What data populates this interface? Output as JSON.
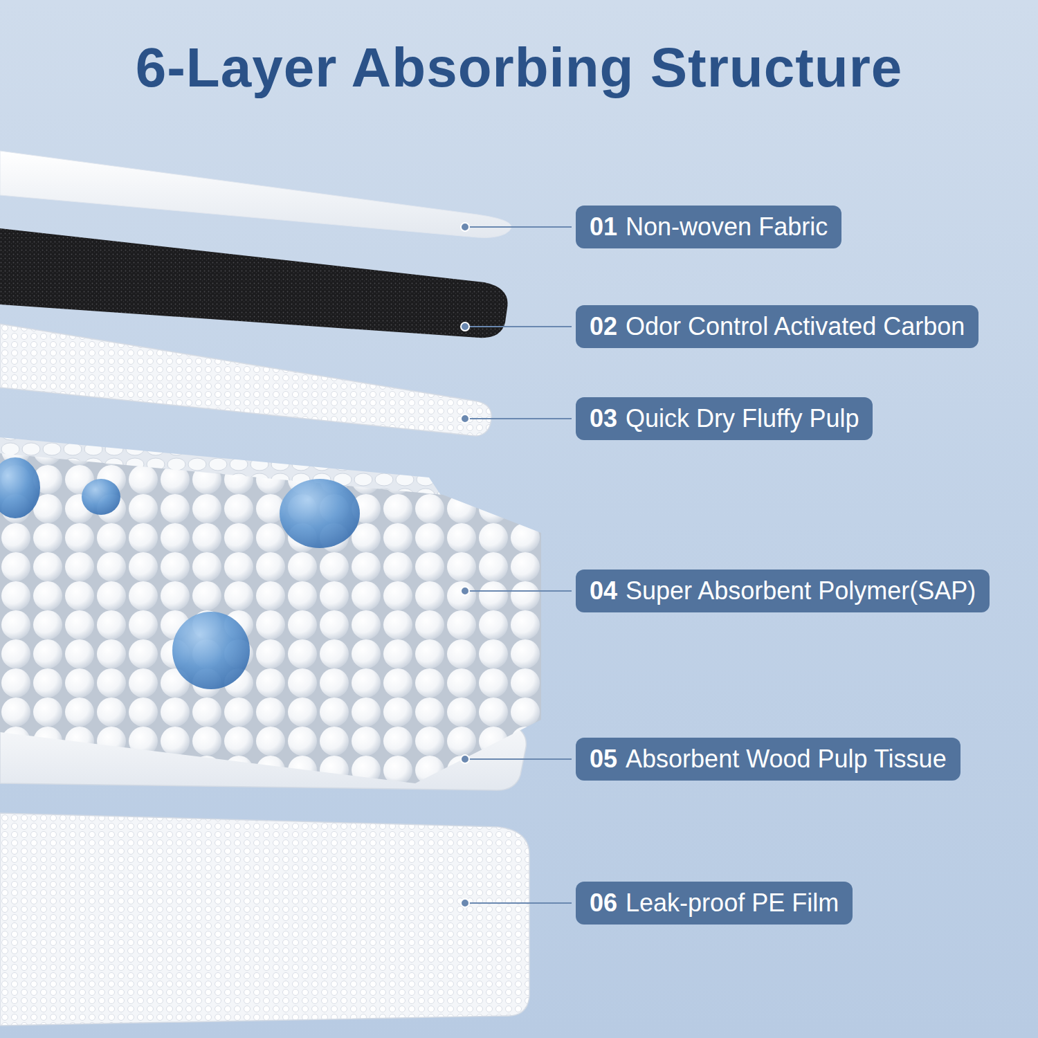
{
  "diagram": {
    "title": "6-Layer Absorbing Structure",
    "nodes": [
      {
        "text": [
          "01",
          "Non-woven Fabric"
        ]
      },
      {
        "text": [
          "02",
          "Odor Control Activated Carbon"
        ]
      },
      {
        "text": [
          "03",
          "Quick Dry Fluffy Pulp"
        ]
      },
      {
        "text": [
          "04",
          "Super Absorbent Polymer(SAP)"
        ]
      },
      {
        "text": [
          "05",
          "Absorbent Wood Pulp Tissue"
        ]
      },
      {
        "text": [
          "06",
          "Leak-proof PE Film"
        ]
      }
    ]
  }
}
